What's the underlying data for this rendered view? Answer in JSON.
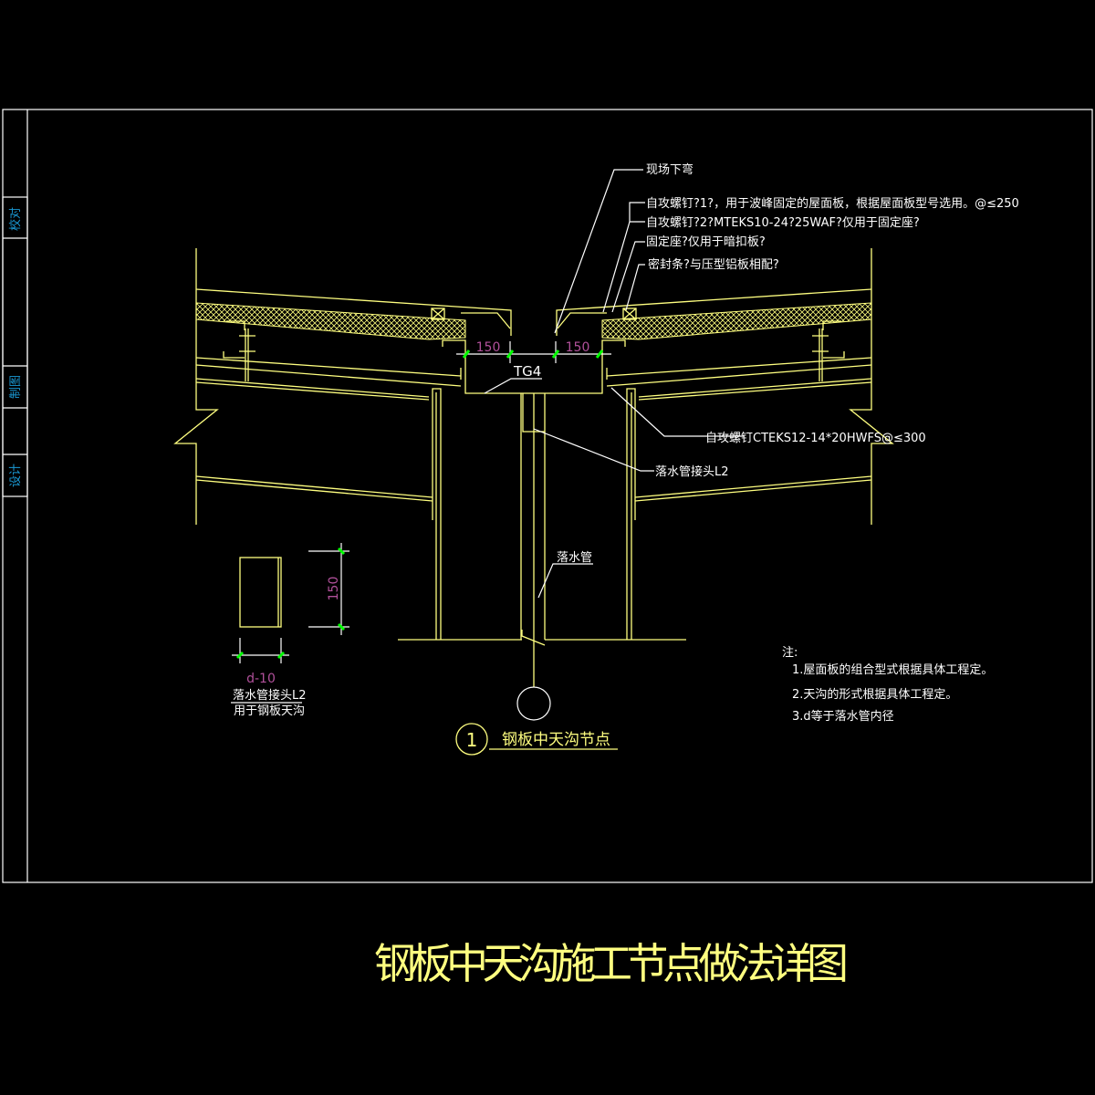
{
  "title": "钢板中天沟施工节点做法详图",
  "side_labels": [
    "校对",
    "制图",
    "设计"
  ],
  "callouts": {
    "bend": "现场下弯",
    "screw1": "自攻螺钉?1?，用于波峰固定的屋面板，根据屋面板型号选用。@≤250",
    "screw2": "自攻螺钉?2?MTEKS10-24?25WAF?仅用于固定座?",
    "seat": "固定座?仅用于暗扣板?",
    "seal": "密封条?与压型铝板相配?",
    "screw3": "自攻螺钉CTEKS12-14*20HWFS@≤300",
    "joint": "落水管接头L2",
    "pipe": "落水管",
    "gutter": "TG4"
  },
  "dimensions": {
    "left_width": "150",
    "right_width": "150",
    "joint_height": "150",
    "joint_width": "d-10"
  },
  "joint_detail": {
    "name": "落水管接头L2",
    "note": "用于钢板天沟"
  },
  "detail_mark": {
    "number": "1",
    "name": "钢板中天沟节点"
  },
  "notes": {
    "heading": "注:",
    "items": [
      "1.屋面板的组合型式根据具体工程定。",
      "2.天沟的形式根据具体工程定。",
      "3.d等于落水管内径"
    ]
  },
  "colors": {
    "background": "#000000",
    "lines": "#ffff80",
    "text": "#ffffff",
    "dim": "#b0509a",
    "tick": "#00ff00"
  }
}
